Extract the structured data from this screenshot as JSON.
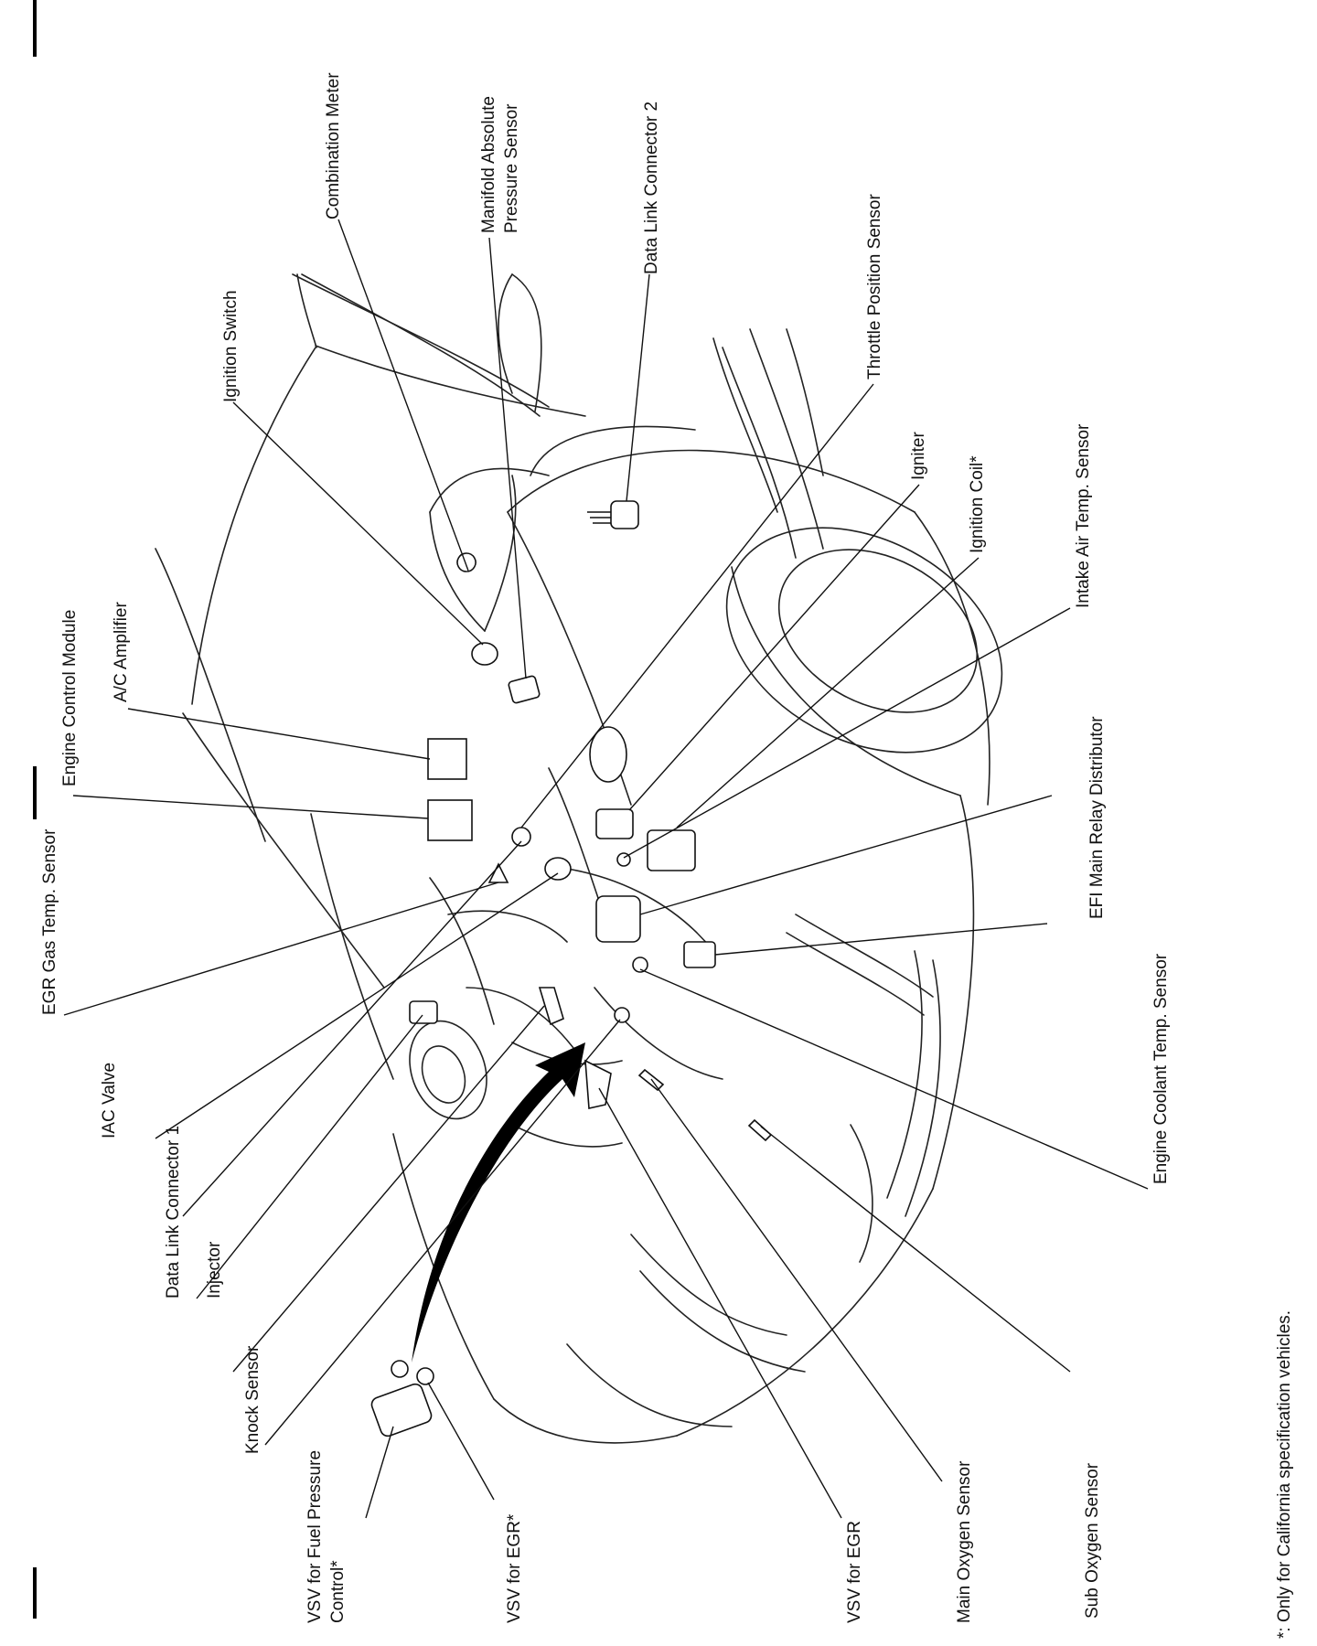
{
  "labels": {
    "combination_meter": "Combination Meter",
    "manifold_absolute_pressure_sensor_1": "Manifold Absolute",
    "manifold_absolute_pressure_sensor_2": "Pressure Sensor",
    "data_link_connector_2": "Data Link Connector 2",
    "throttle_position_sensor": "Throttle Position Sensor",
    "ignition_switch": "Ignition Switch",
    "igniter": "Igniter",
    "ignition_coil": "Ignition Coil*",
    "intake_air_temp_sensor": "Intake Air Temp. Sensor",
    "engine_control_module": "Engine Control Module",
    "ac_amplifier": "A/C Amplifier",
    "distributor": "Distributor",
    "efi_main_relay": "EFI Main Relay",
    "engine_coolant_temp_sensor": "Engine Coolant Temp. Sensor",
    "egr_gas_temp_sensor": "EGR Gas Temp. Sensor",
    "iac_valve": "IAC Valve",
    "data_link_connector_1": "Data Link Connector 1",
    "injector": "Injector",
    "knock_sensor": "Knock Sensor",
    "vsv_fuel_pressure_1": "VSV for Fuel Pressure",
    "vsv_fuel_pressure_2": "Control*",
    "vsv_egr_star": "VSV for EGR*",
    "vsv_egr": "VSV for EGR",
    "main_oxygen_sensor": "Main Oxygen Sensor",
    "sub_oxygen_sensor": "Sub Oxygen Sensor"
  },
  "footnote": "*: Only for California specification vehicles."
}
